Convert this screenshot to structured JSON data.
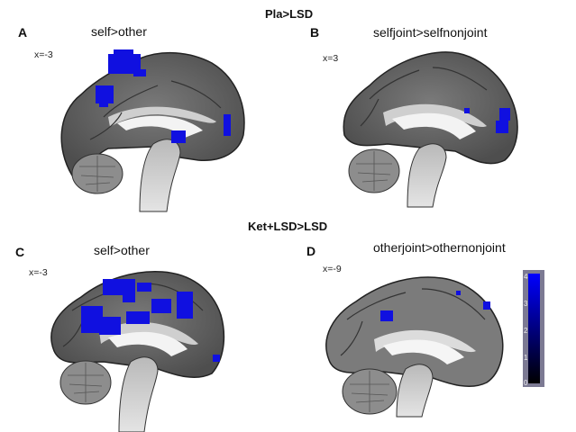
{
  "figure": {
    "groups": [
      {
        "title": "Pla>LSD"
      },
      {
        "title": "Ket+LSD>LSD"
      }
    ],
    "panels": [
      {
        "letter": "A",
        "contrast": "self>other",
        "coordinate": "x=-3"
      },
      {
        "letter": "B",
        "contrast": "selfjoint>selfnonjoint",
        "coordinate": "x=3"
      },
      {
        "letter": "C",
        "contrast": "self>other",
        "coordinate": "x=-3"
      },
      {
        "letter": "D",
        "contrast": "otherjoint>othernonjoint",
        "coordinate": "x=-9"
      }
    ],
    "colorbar": {
      "min": 0,
      "max": 4,
      "ticks": [
        "0",
        "1",
        "2",
        "3",
        "4"
      ],
      "color_low": "#000000",
      "color_high": "#0000ff",
      "frame_color": "#7c7a93"
    },
    "colors": {
      "activation": "#1010e0",
      "brain_dark": "#5a5a5a",
      "brain_mid": "#8a8a8a",
      "brain_light": "#d8d8d8"
    }
  }
}
